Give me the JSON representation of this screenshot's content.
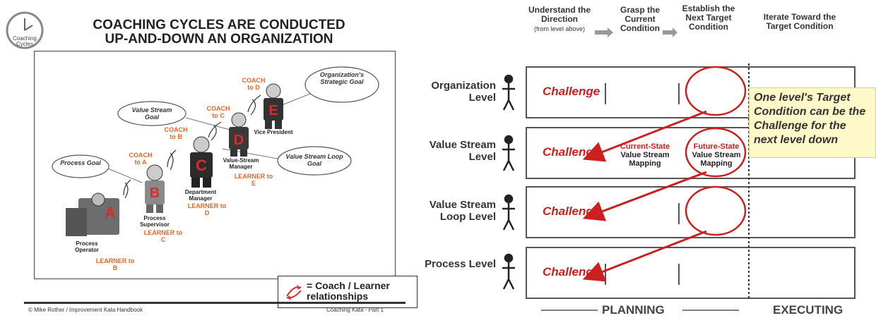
{
  "left": {
    "logo_text": "Coaching Cycles",
    "title_lines": [
      "COACHING CYCLES ARE CONDUCTED",
      "UP-AND-DOWN AN ORGANIZATION"
    ],
    "clouds": {
      "strategic": "Organization's Strategic Goal",
      "vs_goal": "Value Stream Goal",
      "process_goal": "Process Goal",
      "vs_loop_goal": "Value Stream Loop Goal"
    },
    "coach_labels": [
      "COACH to D",
      "COACH to C",
      "COACH to B",
      "COACH to A"
    ],
    "figures": [
      {
        "letter": "A",
        "role": "Process Operator",
        "learner": "LEARNER to B"
      },
      {
        "letter": "B",
        "role": "Process Supervisor",
        "learner": "LEARNER to C"
      },
      {
        "letter": "C",
        "role": "Department Manager",
        "learner": "LEARNER to D"
      },
      {
        "letter": "D",
        "role": "Value-Stream Manager",
        "learner": "LEARNER to E"
      },
      {
        "letter": "E",
        "role": "Vice President",
        "learner": ""
      }
    ],
    "legend": "= Coach / Learner relationships",
    "footer_left": "© Mike Rother / Improvement Kata Handbook",
    "footer_right": "Coaching Kata - Part 1",
    "colors": {
      "orange": "#e0672b",
      "red": "#cc1f1f"
    }
  },
  "right": {
    "headers": [
      {
        "title": "Understand the Direction",
        "sub": "(from level above)"
      },
      {
        "title": "Grasp the Current Condition",
        "sub": ""
      },
      {
        "title": "Establish the Next Target Condition",
        "sub": ""
      },
      {
        "title": "Iterate Toward the Target Condition",
        "sub": ""
      }
    ],
    "levels": [
      "Organization Level",
      "Value Stream Level",
      "Value Stream Loop Level",
      "Process Level"
    ],
    "challenge": "Challenge",
    "current_state": {
      "red": "Current-State",
      "black": "Value Stream Mapping"
    },
    "future_state": {
      "red": "Future-State",
      "black": "Value Stream Mapping"
    },
    "note": "One level's Target Condition can be the Challenge for the next level down",
    "planning": "PLANNING",
    "executing": "EXECUTING"
  }
}
